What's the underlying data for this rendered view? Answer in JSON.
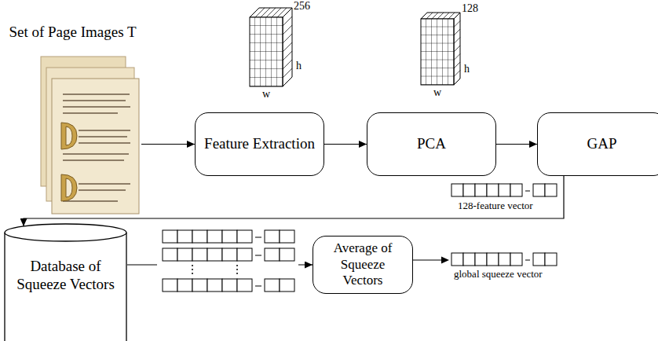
{
  "diagram": {
    "nodes": [
      {
        "text": [
          "Set of Page Images T"
        ]
      },
      {
        "text": [
          "Feature Extraction"
        ]
      },
      {
        "text": [
          "PCA"
        ]
      },
      {
        "text": [
          "GAP"
        ]
      },
      {
        "text": [
          "Database of Squeeze Vectors"
        ]
      },
      {
        "text": [
          "Average of Squeeze Vectors"
        ]
      }
    ],
    "edges": [
      {
        "from": 0,
        "to": 1,
        "arrow": "to"
      },
      {
        "from": 1,
        "to": 2,
        "arrow": "to"
      },
      {
        "from": 2,
        "to": 3,
        "arrow": "to"
      },
      {
        "from": 3,
        "to": 4,
        "arrow": "to"
      },
      {
        "from": 4,
        "to": 5,
        "arrow": "to"
      }
    ],
    "labels": [
      "256",
      "h",
      "w",
      "128",
      "h",
      "w",
      "128-feature vector",
      "global squeeze vector"
    ]
  }
}
